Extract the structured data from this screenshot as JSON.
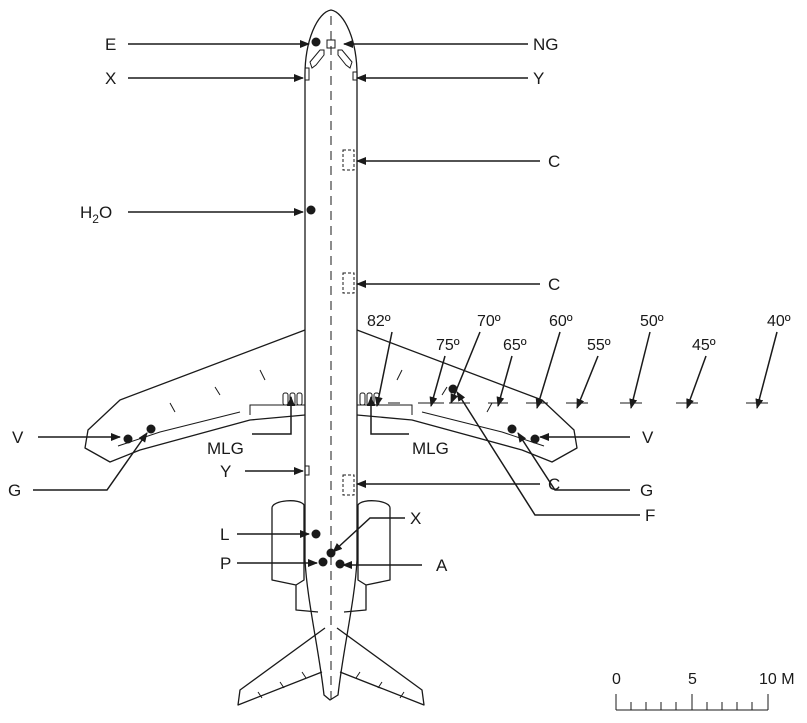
{
  "labels": {
    "E": "E",
    "X_top": "X",
    "H2O_H": "H",
    "H2O_sub": "2",
    "H2O_O": "O",
    "V_left": "V",
    "G_left": "G",
    "MLG_left": "MLG",
    "Y_left": "Y",
    "L": "L",
    "P": "P",
    "NG": "NG",
    "Y_top": "Y",
    "C_1": "C",
    "C_2": "C",
    "MLG_right": "MLG",
    "V_right": "V",
    "C_3": "C",
    "G_right": "G",
    "F": "F",
    "X_low": "X",
    "A": "A"
  },
  "angles": [
    "82º",
    "75º",
    "70º",
    "65º",
    "60º",
    "55º",
    "50º",
    "45º",
    "40º"
  ],
  "scale": {
    "zero": "0",
    "five": "5",
    "ten": "10 M"
  }
}
